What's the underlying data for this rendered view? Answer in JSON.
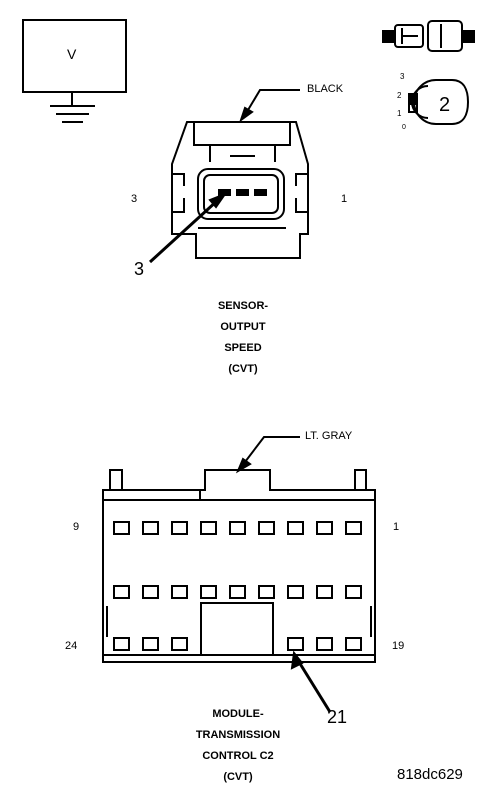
{
  "voltmeter": {
    "symbol": "V"
  },
  "multimeter_dial": {
    "ticks": [
      "3",
      "2",
      "1",
      "0"
    ],
    "setting": "2"
  },
  "sensor_connector": {
    "color": "BLACK",
    "pin_left": "3",
    "pin_right": "1",
    "callout": "3",
    "caption": [
      "SENSOR-",
      "OUTPUT",
      "SPEED",
      "(CVT)"
    ]
  },
  "module_connector": {
    "color": "LT. GRAY",
    "pin_top_left": "9",
    "pin_top_right": "1",
    "pin_bottom_left": "24",
    "pin_bottom_right": "19",
    "callout": "21",
    "caption": [
      "MODULE-",
      "TRANSMISSION",
      "CONTROL C2",
      "(CVT)"
    ]
  },
  "figure_id": "818dc629"
}
